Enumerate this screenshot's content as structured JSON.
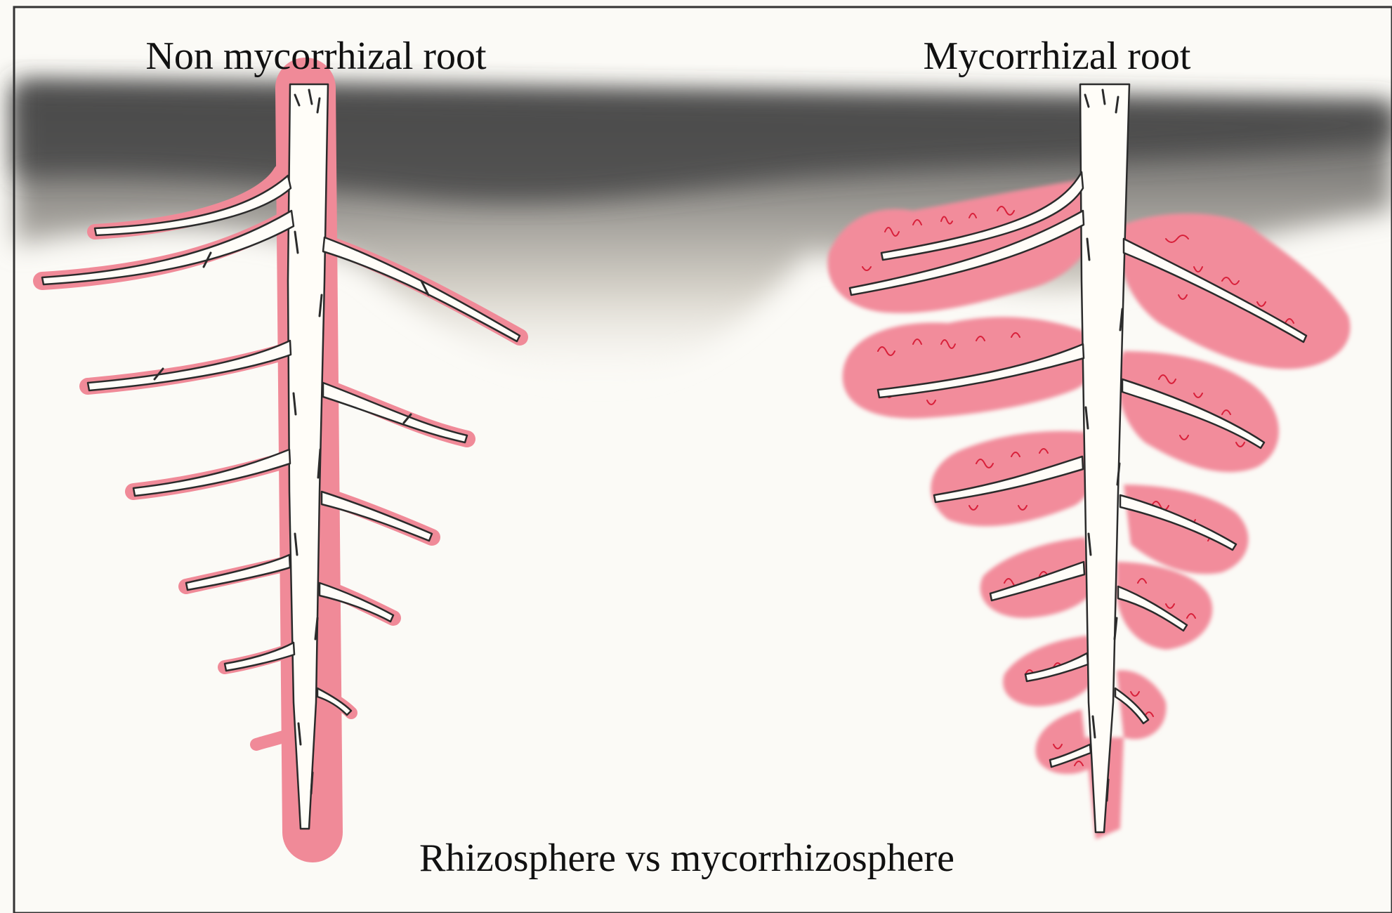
{
  "diagram": {
    "left_label": "Non mycorrhizal root",
    "right_label": "Mycorrhizal root",
    "caption": "Rhizosphere vs mycorrhizosphere"
  },
  "colors": {
    "soil_dark": "#5a5a5a",
    "soil_light": "#f4f1ea",
    "rhizosphere_pink": "#f08a98",
    "hyphae_red": "#d8203a",
    "root_body": "#fffdf8",
    "root_outline": "#2b2b2b",
    "border": "#333333"
  }
}
